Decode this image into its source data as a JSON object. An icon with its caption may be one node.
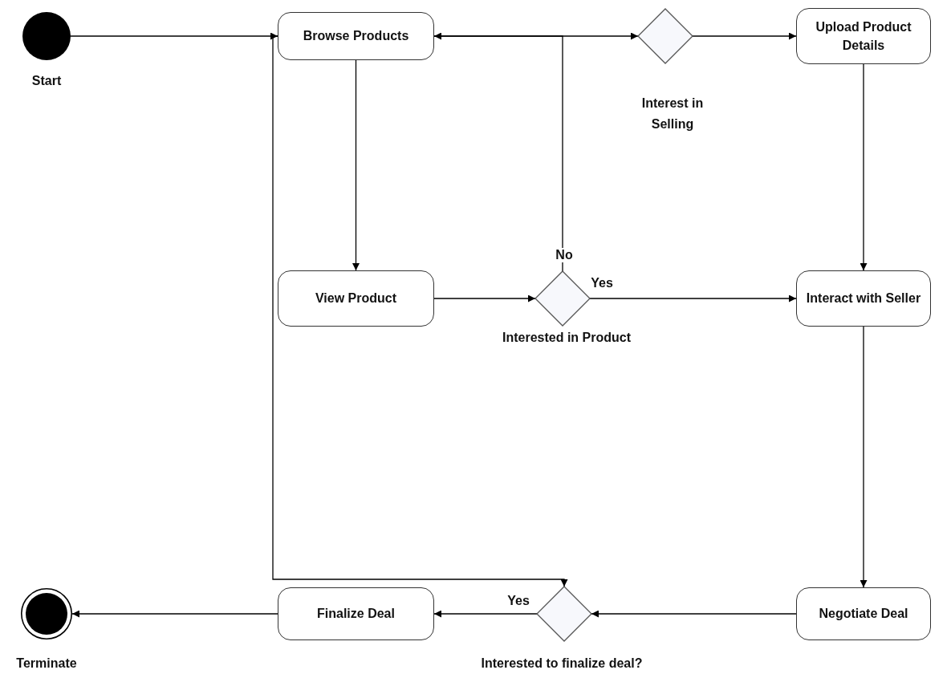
{
  "diagram": {
    "nodes": [
      {
        "text": [
          "Start"
        ]
      },
      {
        "text": [
          "Browse Products"
        ]
      },
      {
        "text": [
          "Interest in Selling"
        ]
      },
      {
        "text": [
          "Upload Product Details"
        ]
      },
      {
        "text": [
          "View Product"
        ]
      },
      {
        "text": [
          "Interested in Product"
        ]
      },
      {
        "text": [
          "Interact with Seller"
        ]
      },
      {
        "text": [
          "Finalize Deal"
        ]
      },
      {
        "text": [
          "Interested to finalize deal?"
        ]
      },
      {
        "text": [
          "Negotiate Deal"
        ]
      },
      {
        "text": [
          "Terminate"
        ]
      }
    ],
    "edges": [
      {
        "from": 0,
        "to": 1,
        "arrow": "to"
      },
      {
        "from": 1,
        "to": 2,
        "arrow": "to"
      },
      {
        "from": 2,
        "to": 3,
        "arrow": "to"
      },
      {
        "from": 1,
        "to": 4,
        "arrow": "to"
      },
      {
        "from": 4,
        "to": 5,
        "arrow": "to"
      },
      {
        "from": 5,
        "to": 1,
        "arrow": "to",
        "label": "No"
      },
      {
        "from": 5,
        "to": 6,
        "arrow": "to",
        "label": "Yes"
      },
      {
        "from": 3,
        "to": 6,
        "arrow": "to"
      },
      {
        "from": 6,
        "to": 9,
        "arrow": "to"
      },
      {
        "from": 9,
        "to": 8,
        "arrow": "to"
      },
      {
        "from": 8,
        "to": 7,
        "arrow": "to",
        "label": "Yes"
      },
      {
        "from": 1,
        "to": 8,
        "arrow": "to"
      },
      {
        "from": 7,
        "to": 10,
        "arrow": "to"
      }
    ]
  }
}
